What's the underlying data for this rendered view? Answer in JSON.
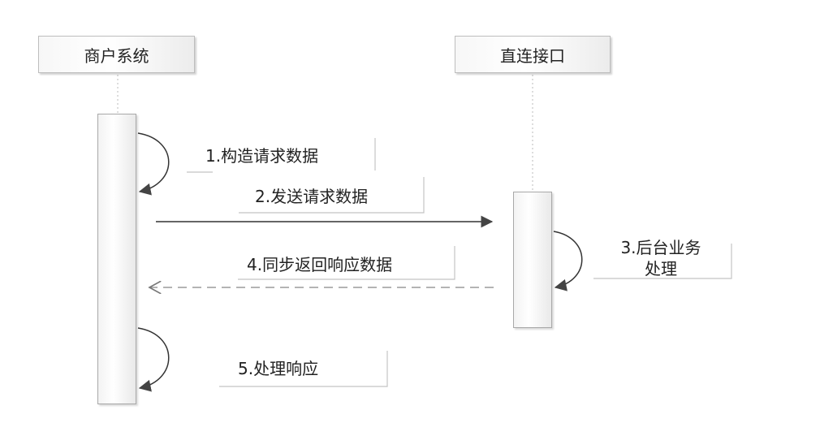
{
  "participants": {
    "merchant": "商户系统",
    "interface": "直连接口"
  },
  "messages": {
    "step1": "1.构造请求数据",
    "step2": "2.发送请求数据",
    "step3_line1": "3.后台业务",
    "step3_line2": "处理",
    "step4": "4.同步返回响应数据",
    "step5": "5.处理响应"
  }
}
